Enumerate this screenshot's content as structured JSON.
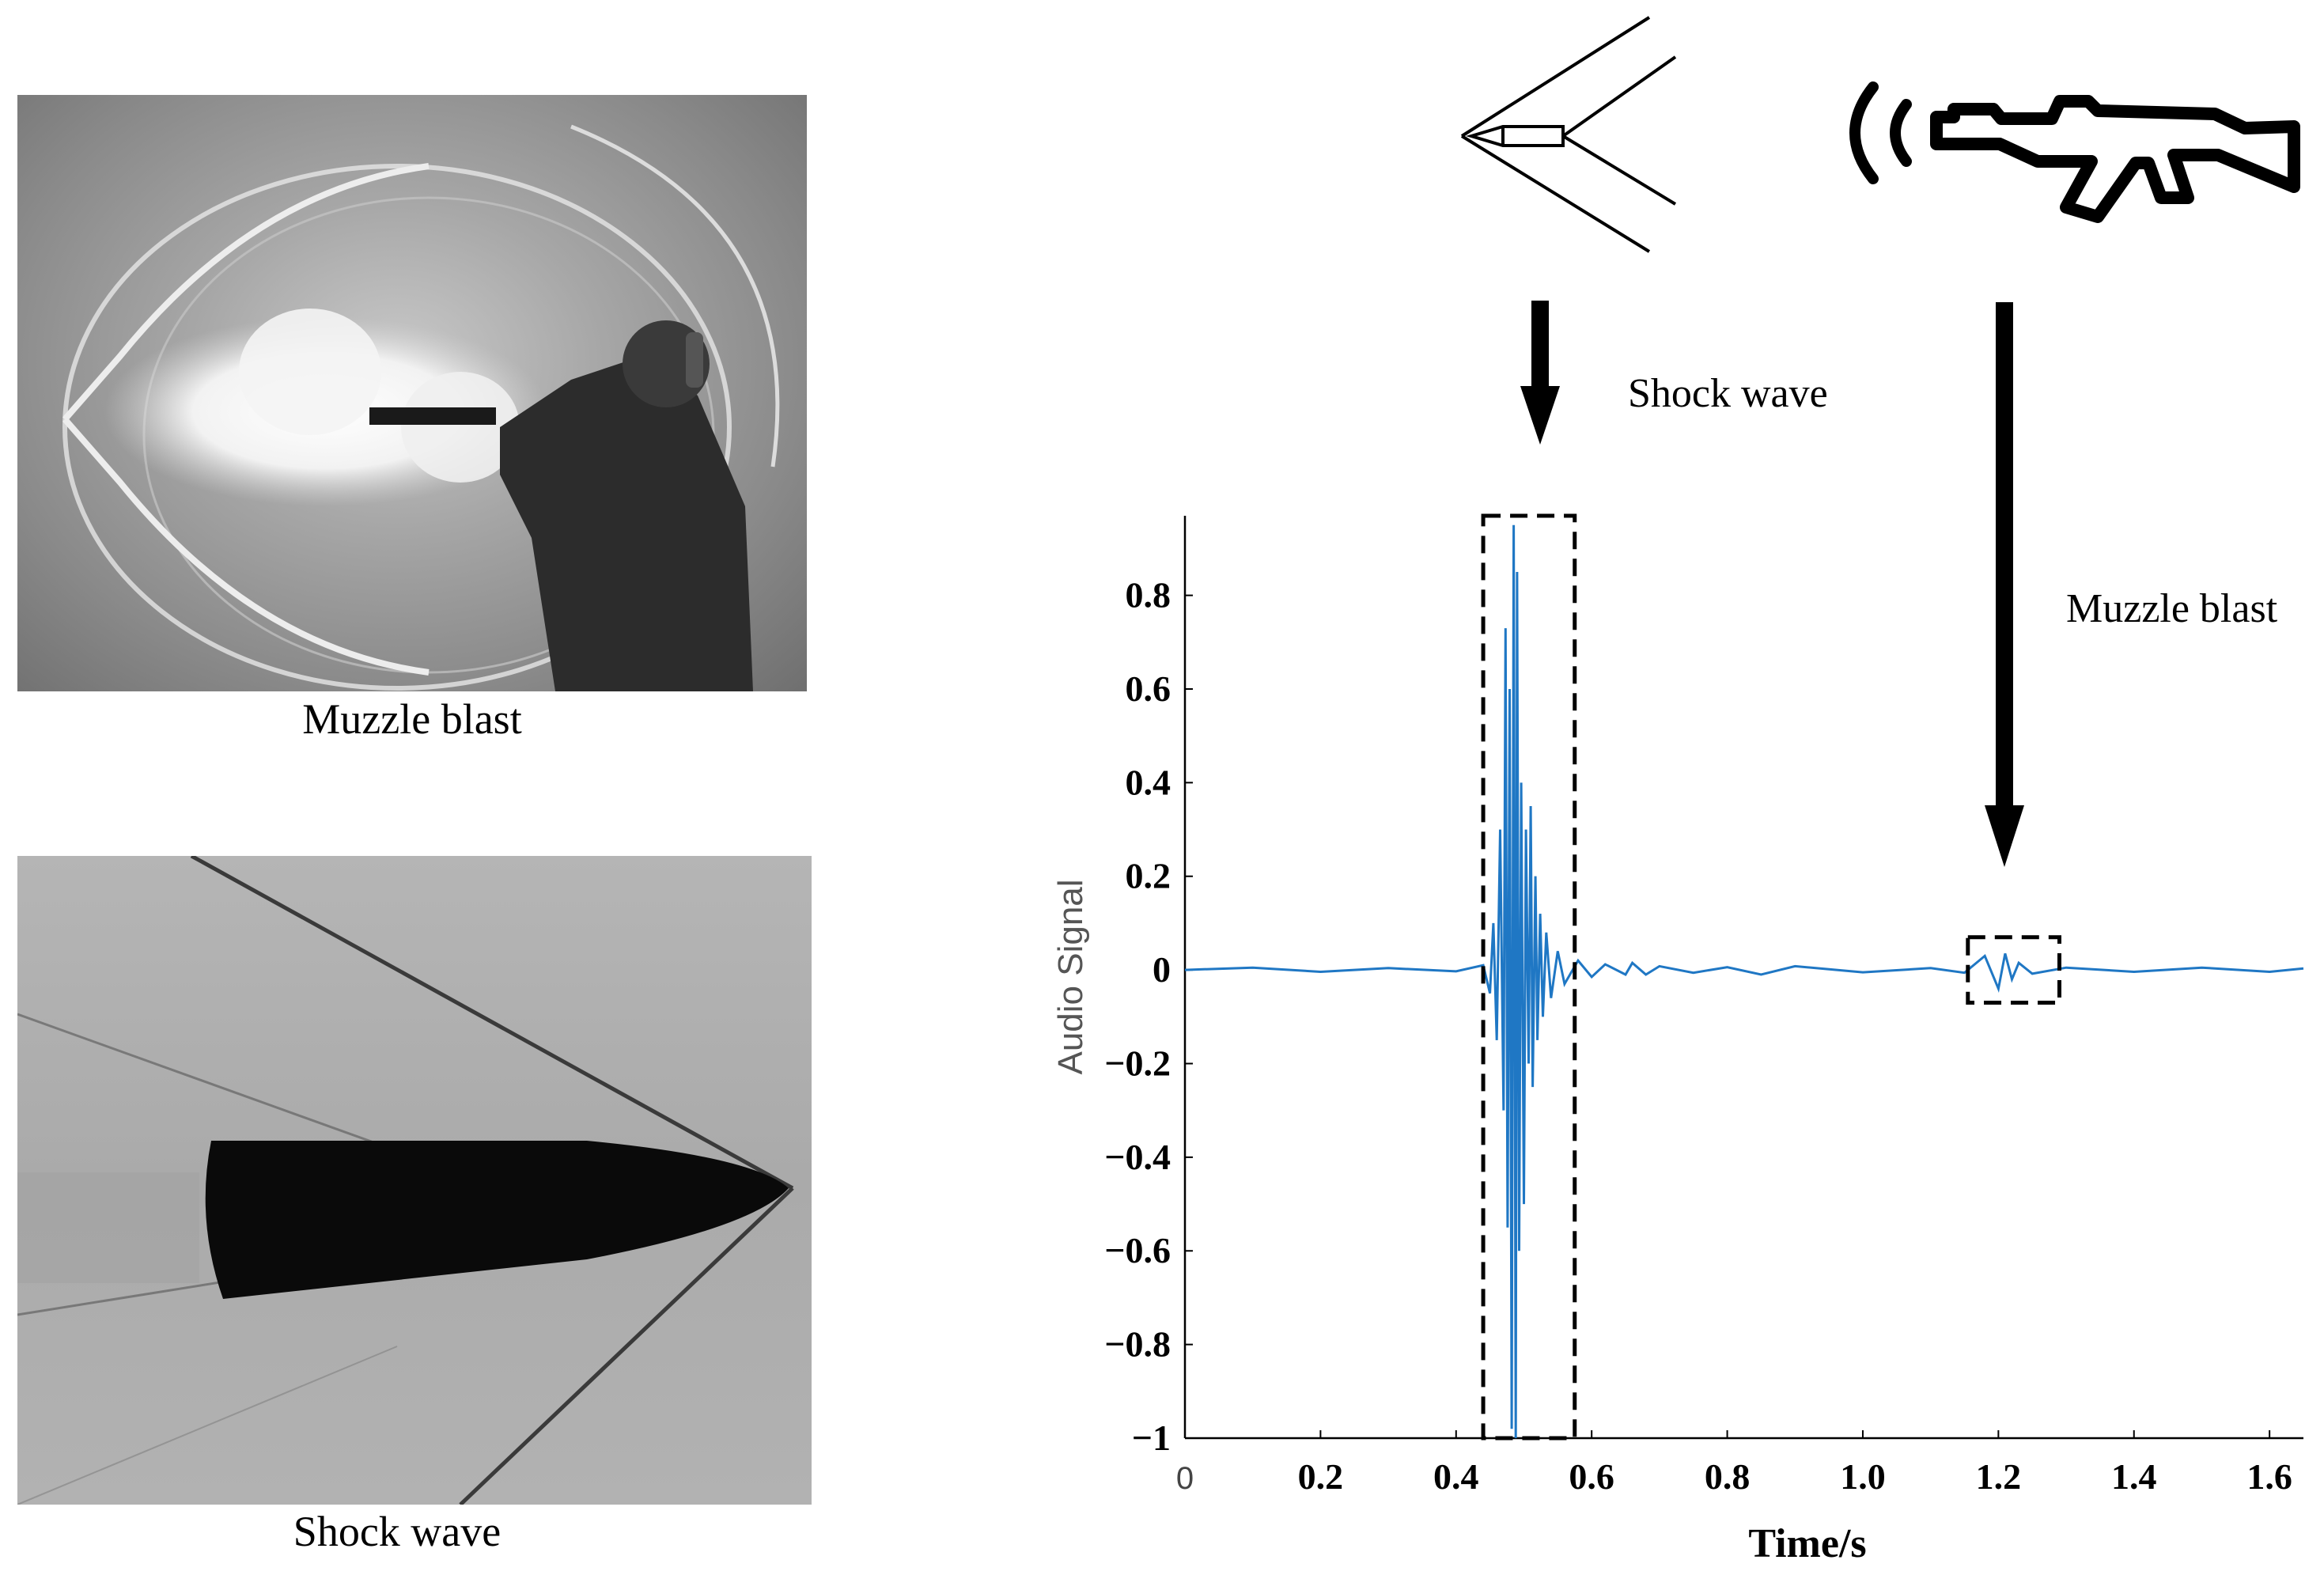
{
  "figure": {
    "photo_top_caption": "Muzzle blast",
    "photo_bottom_caption": "Shock wave",
    "annotation_shock": "Shock wave",
    "annotation_muzzle": "Muzzle blast"
  },
  "colors": {
    "signal": "#1f77c4",
    "axis": "#000000",
    "box": "#000000"
  },
  "icons": [
    "bullet-shockwave-icon",
    "rifle-icon",
    "sound-wave-icon",
    "down-arrow-icon"
  ],
  "chart_data": {
    "type": "line",
    "xlabel": "Time/s",
    "ylabel": "Audio Signal",
    "xlim": [
      0,
      1.65
    ],
    "ylim": [
      -1,
      0.97
    ],
    "grid": false,
    "x_ticks": [
      0,
      0.2,
      0.4,
      0.6,
      0.8,
      1.0,
      1.2,
      1.4,
      1.6
    ],
    "x_tick_labels": [
      "0",
      "0.2",
      "0.4",
      "0.6",
      "0.8",
      "1.0",
      "1.2",
      "1.4",
      "1.6"
    ],
    "y_ticks": [
      0.8,
      0.6,
      0.4,
      0.2,
      0,
      -0.2,
      -0.4,
      -0.6,
      -0.8,
      -1
    ],
    "y_tick_labels": [
      "0.8",
      "0.6",
      "0.4",
      "0.2",
      "0",
      "−0.2",
      "−0.4",
      "−0.6",
      "−0.8",
      "−1"
    ],
    "series": [
      {
        "x": [
          0,
          0.1,
          0.2,
          0.3,
          0.4,
          0.44,
          0.45,
          0.455,
          0.46,
          0.465,
          0.47,
          0.473,
          0.476,
          0.479,
          0.482,
          0.485,
          0.488,
          0.49,
          0.493,
          0.496,
          0.5,
          0.503,
          0.507,
          0.51,
          0.513,
          0.517,
          0.52,
          0.524,
          0.528,
          0.533,
          0.54,
          0.55,
          0.56,
          0.58,
          0.6,
          0.62,
          0.65,
          0.66,
          0.68,
          0.7,
          0.75,
          0.8,
          0.85,
          0.9,
          1.0,
          1.1,
          1.15,
          1.18,
          1.2,
          1.21,
          1.22,
          1.23,
          1.25,
          1.3,
          1.4,
          1.5,
          1.6,
          1.65
        ],
        "values": [
          0,
          0.005,
          -0.004,
          0.004,
          -0.003,
          0.01,
          -0.05,
          0.1,
          -0.15,
          0.3,
          -0.3,
          0.73,
          -0.55,
          0.6,
          -0.98,
          0.95,
          -1.0,
          0.85,
          -0.6,
          0.4,
          -0.5,
          0.3,
          -0.2,
          0.35,
          -0.25,
          0.2,
          -0.15,
          0.12,
          -0.1,
          0.08,
          -0.06,
          0.04,
          -0.03,
          0.02,
          -0.015,
          0.012,
          -0.01,
          0.015,
          -0.01,
          0.008,
          -0.006,
          0.006,
          -0.01,
          0.008,
          -0.005,
          0.004,
          -0.006,
          0.03,
          -0.04,
          0.035,
          -0.02,
          0.015,
          -0.008,
          0.005,
          -0.004,
          0.005,
          -0.004,
          0.003
        ]
      }
    ],
    "highlight_boxes": [
      {
        "name": "shock",
        "x": [
          0.44,
          0.575
        ],
        "y": [
          -1,
          0.97
        ]
      },
      {
        "name": "muzzle",
        "x": [
          1.155,
          1.29
        ],
        "y": [
          -0.07,
          0.07
        ]
      }
    ]
  }
}
